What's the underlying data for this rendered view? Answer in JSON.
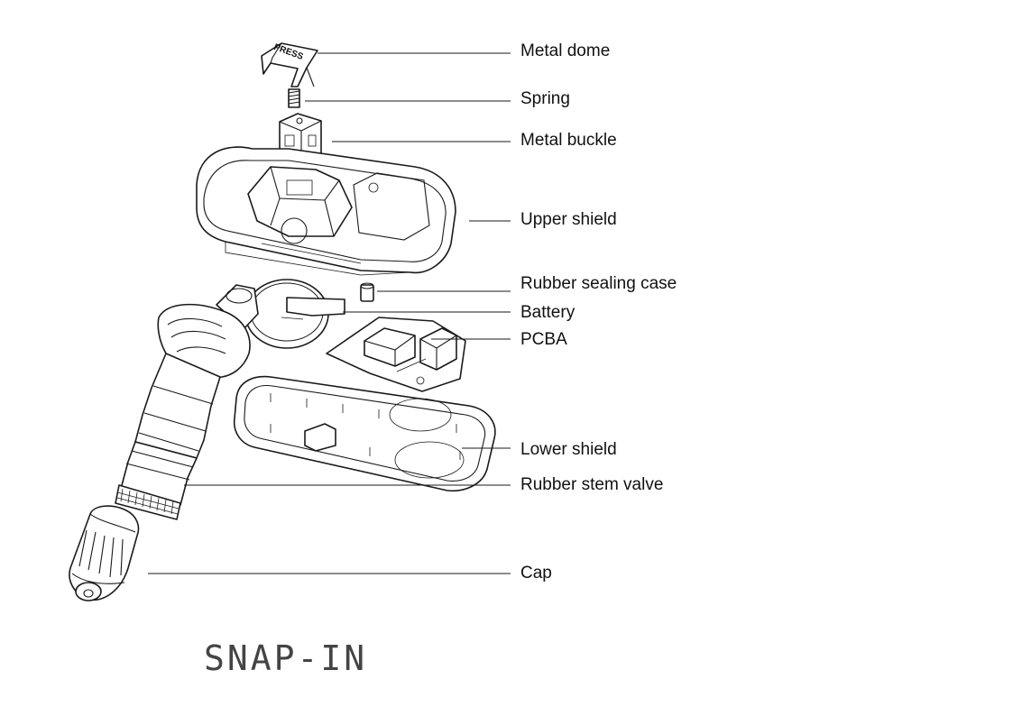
{
  "labels": {
    "metal_dome": "Metal dome",
    "spring": "Spring",
    "metal_buckle": "Metal buckle",
    "upper_shield": "Upper shield",
    "rubber_sealing_case": "Rubber sealing case",
    "battery": "Battery",
    "pcba": "PCBA",
    "lower_shield": "Lower shield",
    "rubber_stem_valve": "Rubber stem valve",
    "cap": "Cap"
  },
  "dome_stamp": "PRESS",
  "caption": "SNAP-IN"
}
